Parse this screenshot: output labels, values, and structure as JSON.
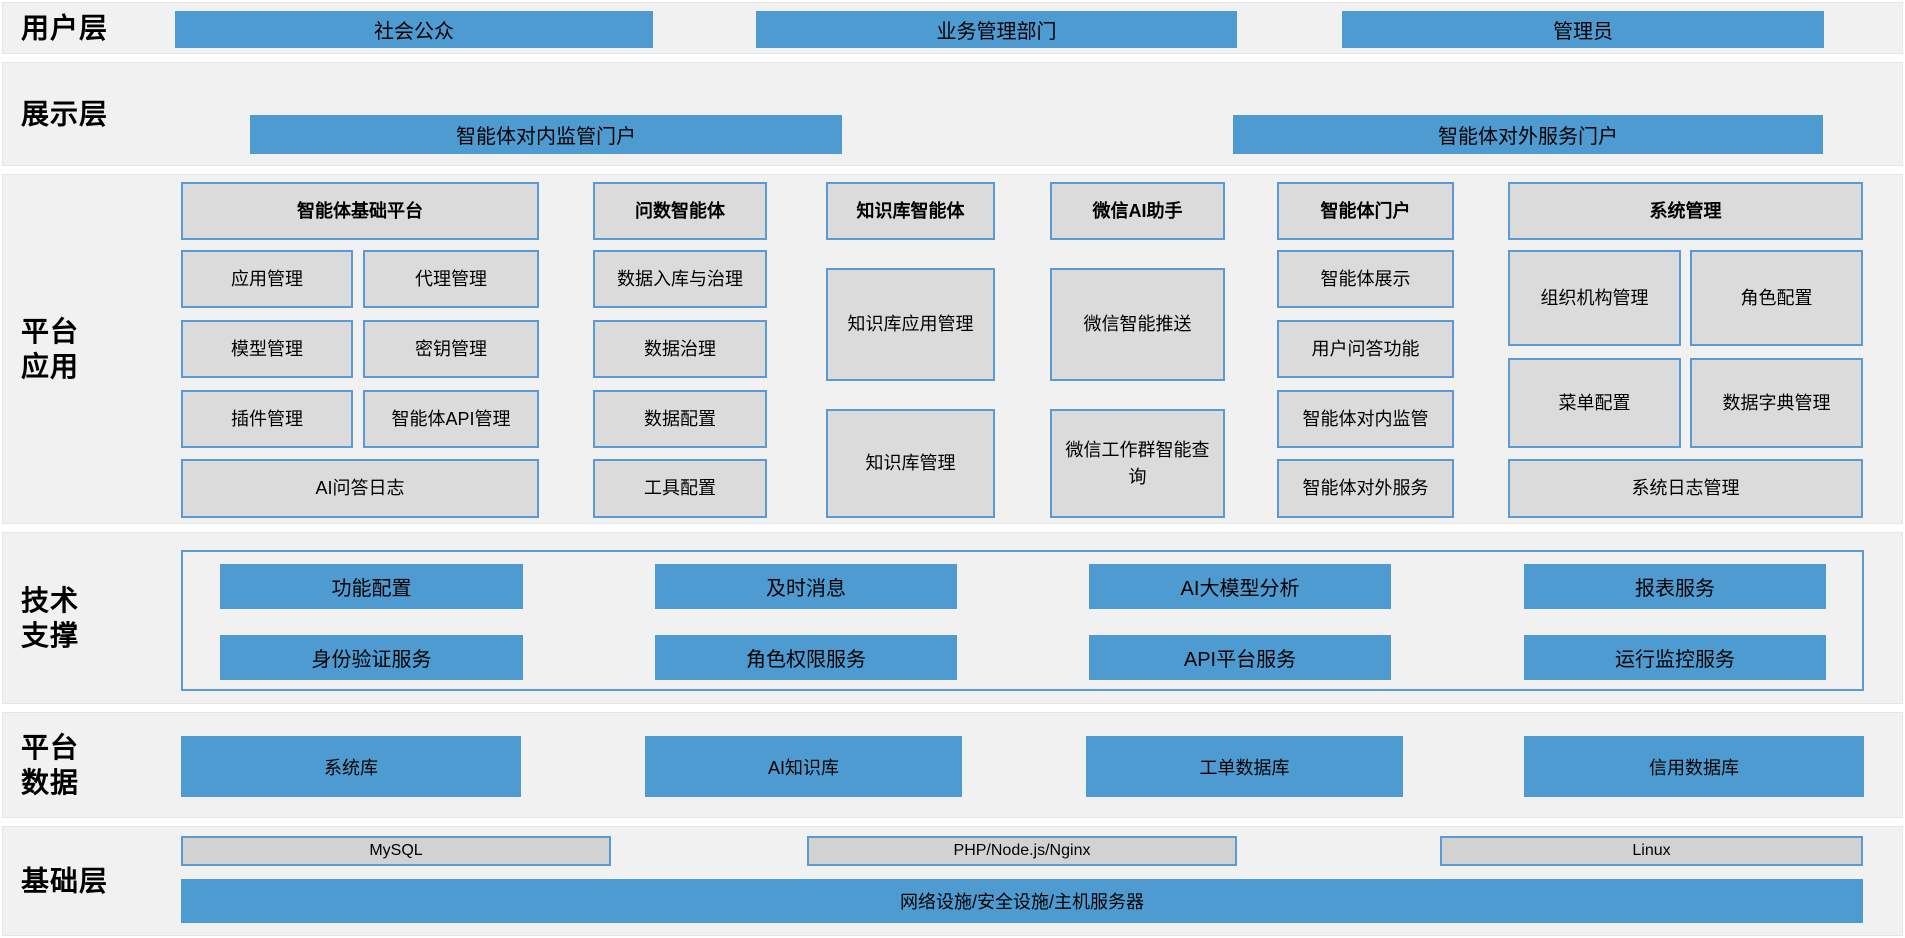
{
  "colors": {
    "accent_blue": "#4E9BD1",
    "box_border_blue": "#5B9BD5",
    "box_gray": "#DBDBDB",
    "infra_box_gray": "#D2D2D2",
    "band_background": "#F1F1F1"
  },
  "user_layer": {
    "label": "用户层",
    "boxes": [
      "社会公众",
      "业务管理部门",
      "管理员"
    ]
  },
  "display_layer": {
    "label": "展示层",
    "boxes": [
      "智能体对内监管门户",
      "智能体对外服务门户"
    ]
  },
  "platform_app_layer": {
    "label_lines": [
      "平台",
      "应用"
    ],
    "columns": [
      {
        "header": "智能体基础平台",
        "items": [
          "应用管理",
          "代理管理",
          "模型管理",
          "密钥管理",
          "插件管理",
          "智能体API管理",
          "AI问答日志"
        ]
      },
      {
        "header": "问数智能体",
        "items": [
          "数据入库与治理",
          "数据治理",
          "数据配置",
          "工具配置"
        ]
      },
      {
        "header": "知识库智能体",
        "items": [
          "知识库应用管理",
          "知识库管理"
        ]
      },
      {
        "header": "微信AI助手",
        "items": [
          "微信智能推送",
          "微信工作群智能查询"
        ]
      },
      {
        "header": "智能体门户",
        "items": [
          "智能体展示",
          "用户问答功能",
          "智能体对内监管",
          "智能体对外服务"
        ]
      },
      {
        "header": "系统管理",
        "items": [
          "组织机构管理",
          "角色配置",
          "菜单配置",
          "数据字典管理",
          "系统日志管理"
        ]
      }
    ]
  },
  "tech_support_layer": {
    "label_lines": [
      "技术",
      "支撑"
    ],
    "row1": [
      "功能配置",
      "及时消息",
      "AI大模型分析",
      "报表服务"
    ],
    "row2": [
      "身份验证服务",
      "角色权限服务",
      "API平台服务",
      "运行监控服务"
    ]
  },
  "platform_data_layer": {
    "label_lines": [
      "平台",
      "数据"
    ],
    "boxes": [
      "系统库",
      "AI知识库",
      "工单数据库",
      "信用数据库"
    ]
  },
  "infra_layer": {
    "label": "基础层",
    "gray_boxes": [
      "MySQL",
      "PHP/Node.js/Nginx",
      "Linux"
    ],
    "blue_box": "网络设施/安全设施/主机服务器"
  }
}
